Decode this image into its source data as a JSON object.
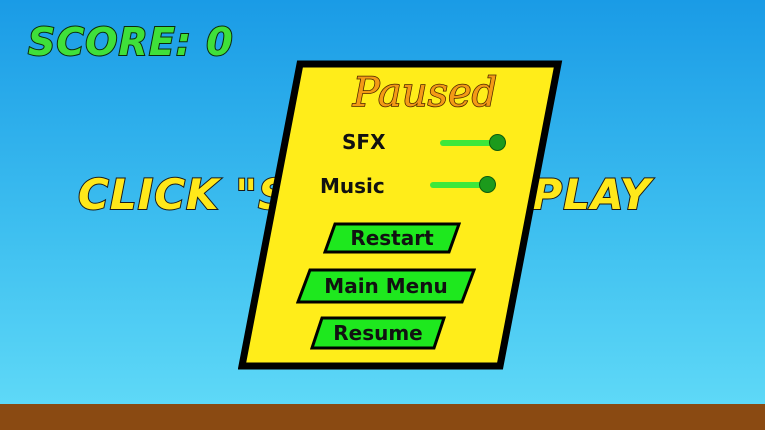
{
  "hud": {
    "score": "SCORE: 0"
  },
  "hint": {
    "text": "CLICK \"SPACE\" TO PLAY"
  },
  "pause_menu": {
    "title": "Paused",
    "sfx": {
      "label": "SFX",
      "level": 1.0
    },
    "music": {
      "label": "Music",
      "level": 1.0
    },
    "buttons": {
      "restart": "Restart",
      "main_menu": "Main Menu",
      "resume": "Resume"
    }
  },
  "colors": {
    "sky_top": "#1a9be6",
    "sky_bottom": "#63dcf8",
    "panel_fill": "#ffed1a",
    "panel_border": "#000000",
    "button_fill": "#1ee81e",
    "title_color": "#f39a16",
    "score_color": "#3fe03a",
    "hint_color": "#ffe81a",
    "ground": "#8a4a12",
    "grass": "#2bbd2b"
  }
}
